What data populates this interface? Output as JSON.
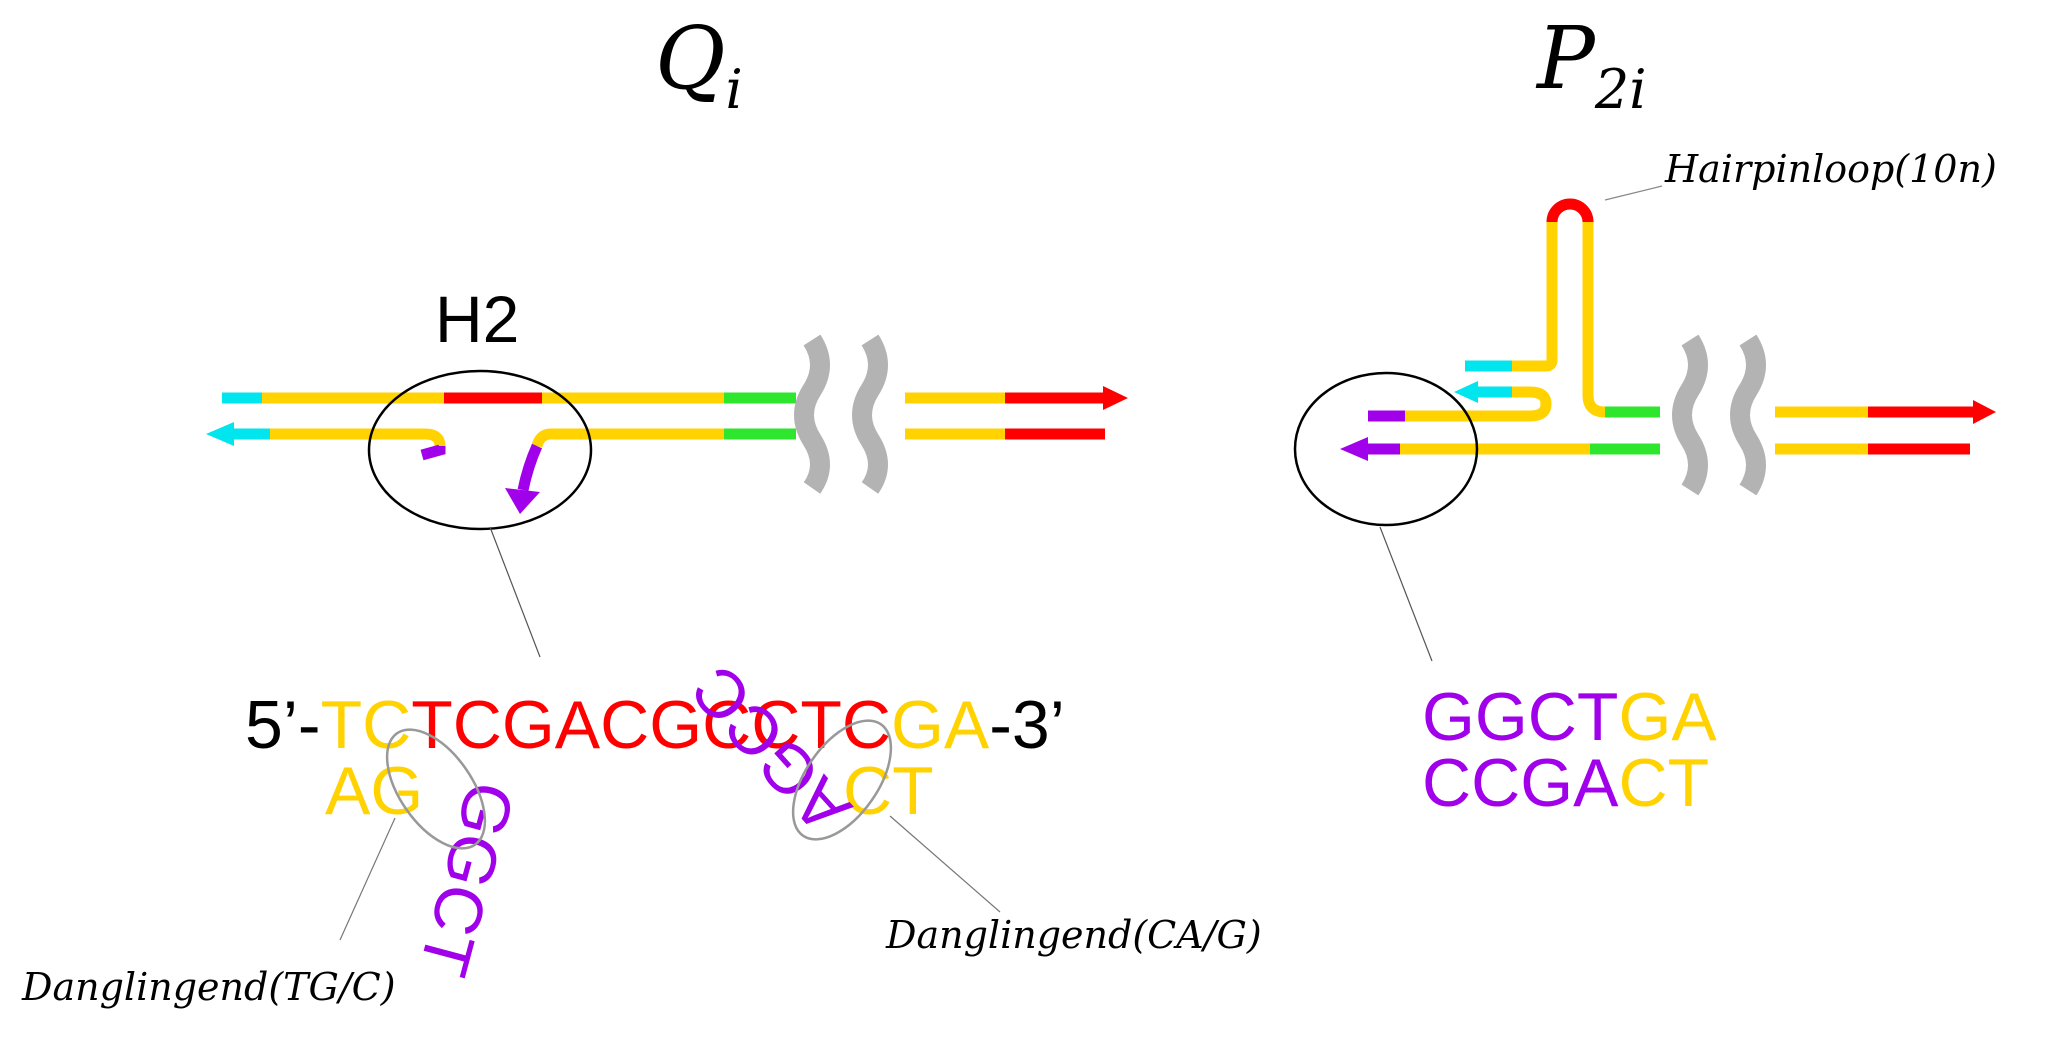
{
  "colors": {
    "yellow": "#FFD200",
    "red": "#FF0000",
    "green": "#2EE62E",
    "cyan": "#00E5EE",
    "purple": "#A100EA",
    "gray": "#B3B3B3",
    "black": "#000000"
  },
  "left_panel": {
    "title_main": "Q",
    "title_sub": "i",
    "region_label": "H2",
    "sequence": {
      "prefix": "5’-",
      "top_part1": "TC",
      "top_core": "TCGACGCCTC",
      "top_part2": "GA",
      "suffix": "-3’",
      "bottom_left": "AG",
      "bottom_right": "CT",
      "dangle_left_text": "GGCT",
      "dangle_right_text": "AGCC"
    },
    "annotation_left": "Danglingend(TG/C)",
    "annotation_right": "Danglingend(CA/G)"
  },
  "right_panel": {
    "title_main": "P",
    "title_sub": "2i",
    "hairpin_annotation": "Hairpinloop(10n)",
    "sequence": {
      "top_purple": "GGCT",
      "top_yellow": "GA",
      "bottom_purple": "CCGA",
      "bottom_yellow": "CT"
    }
  }
}
